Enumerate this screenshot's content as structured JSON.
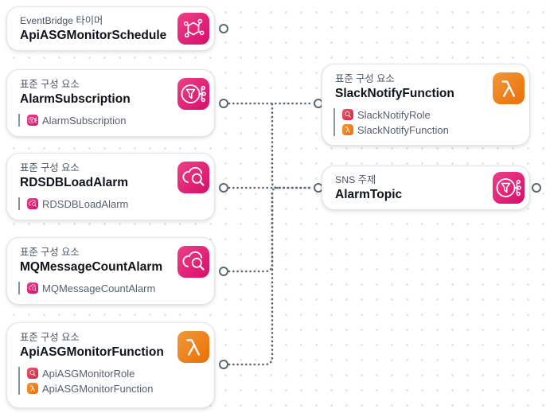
{
  "colors": {
    "pink": "#e7157b",
    "orange": "#ec7211",
    "red": "#dd344c",
    "edge_gray": "#5a6775",
    "title_text": "#0f141a",
    "label_text": "#4b5563"
  },
  "cards": [
    {
      "id": "apiasgmonitorschedule",
      "type_label": "EventBridge 타이머",
      "title": "ApiASGMonitorSchedule",
      "icon": "eventbridge-icon",
      "children": []
    },
    {
      "id": "alarmsubscription",
      "type_label": "표준 구성 요소",
      "title": "AlarmSubscription",
      "icon": "sns-icon",
      "children": [
        {
          "label": "AlarmSubscription",
          "icon": "sns-icon"
        }
      ]
    },
    {
      "id": "rdsdbloadalarm",
      "type_label": "표준 구성 요소",
      "title": "RDSDBLoadAlarm",
      "icon": "cloudwatch-icon",
      "children": [
        {
          "label": "RDSDBLoadAlarm",
          "icon": "cloudwatch-icon"
        }
      ]
    },
    {
      "id": "mqmessagecountalarm",
      "type_label": "표준 구성 요소",
      "title": "MQMessageCountAlarm",
      "icon": "cloudwatch-icon",
      "children": [
        {
          "label": "MQMessageCountAlarm",
          "icon": "cloudwatch-icon"
        }
      ]
    },
    {
      "id": "apiasgmonitorfunction",
      "type_label": "표준 구성 요소",
      "title": "ApiASGMonitorFunction",
      "icon": "lambda-icon",
      "children": [
        {
          "label": "ApiASGMonitorRole",
          "icon": "iam-role-icon"
        },
        {
          "label": "ApiASGMonitorFunction",
          "icon": "lambda-icon"
        }
      ]
    },
    {
      "id": "slacknotifyfunction",
      "type_label": "표준 구성 요소",
      "title": "SlackNotifyFunction",
      "icon": "lambda-icon",
      "children": [
        {
          "label": "SlackNotifyRole",
          "icon": "iam-role-icon"
        },
        {
          "label": "SlackNotifyFunction",
          "icon": "lambda-icon"
        }
      ]
    },
    {
      "id": "alarmtopic",
      "type_label": "SNS 주제",
      "title": "AlarmTopic",
      "icon": "sns-icon",
      "children": []
    }
  ],
  "connections": [
    {
      "from": "AlarmSubscription",
      "to": "SlackNotifyFunction"
    },
    {
      "from": "AlarmSubscription",
      "to": "AlarmTopic"
    },
    {
      "from": "RDSDBLoadAlarm",
      "to": "AlarmTopic"
    },
    {
      "from": "MQMessageCountAlarm",
      "to": "AlarmTopic"
    },
    {
      "from": "ApiASGMonitorFunction",
      "to": "AlarmTopic"
    }
  ]
}
